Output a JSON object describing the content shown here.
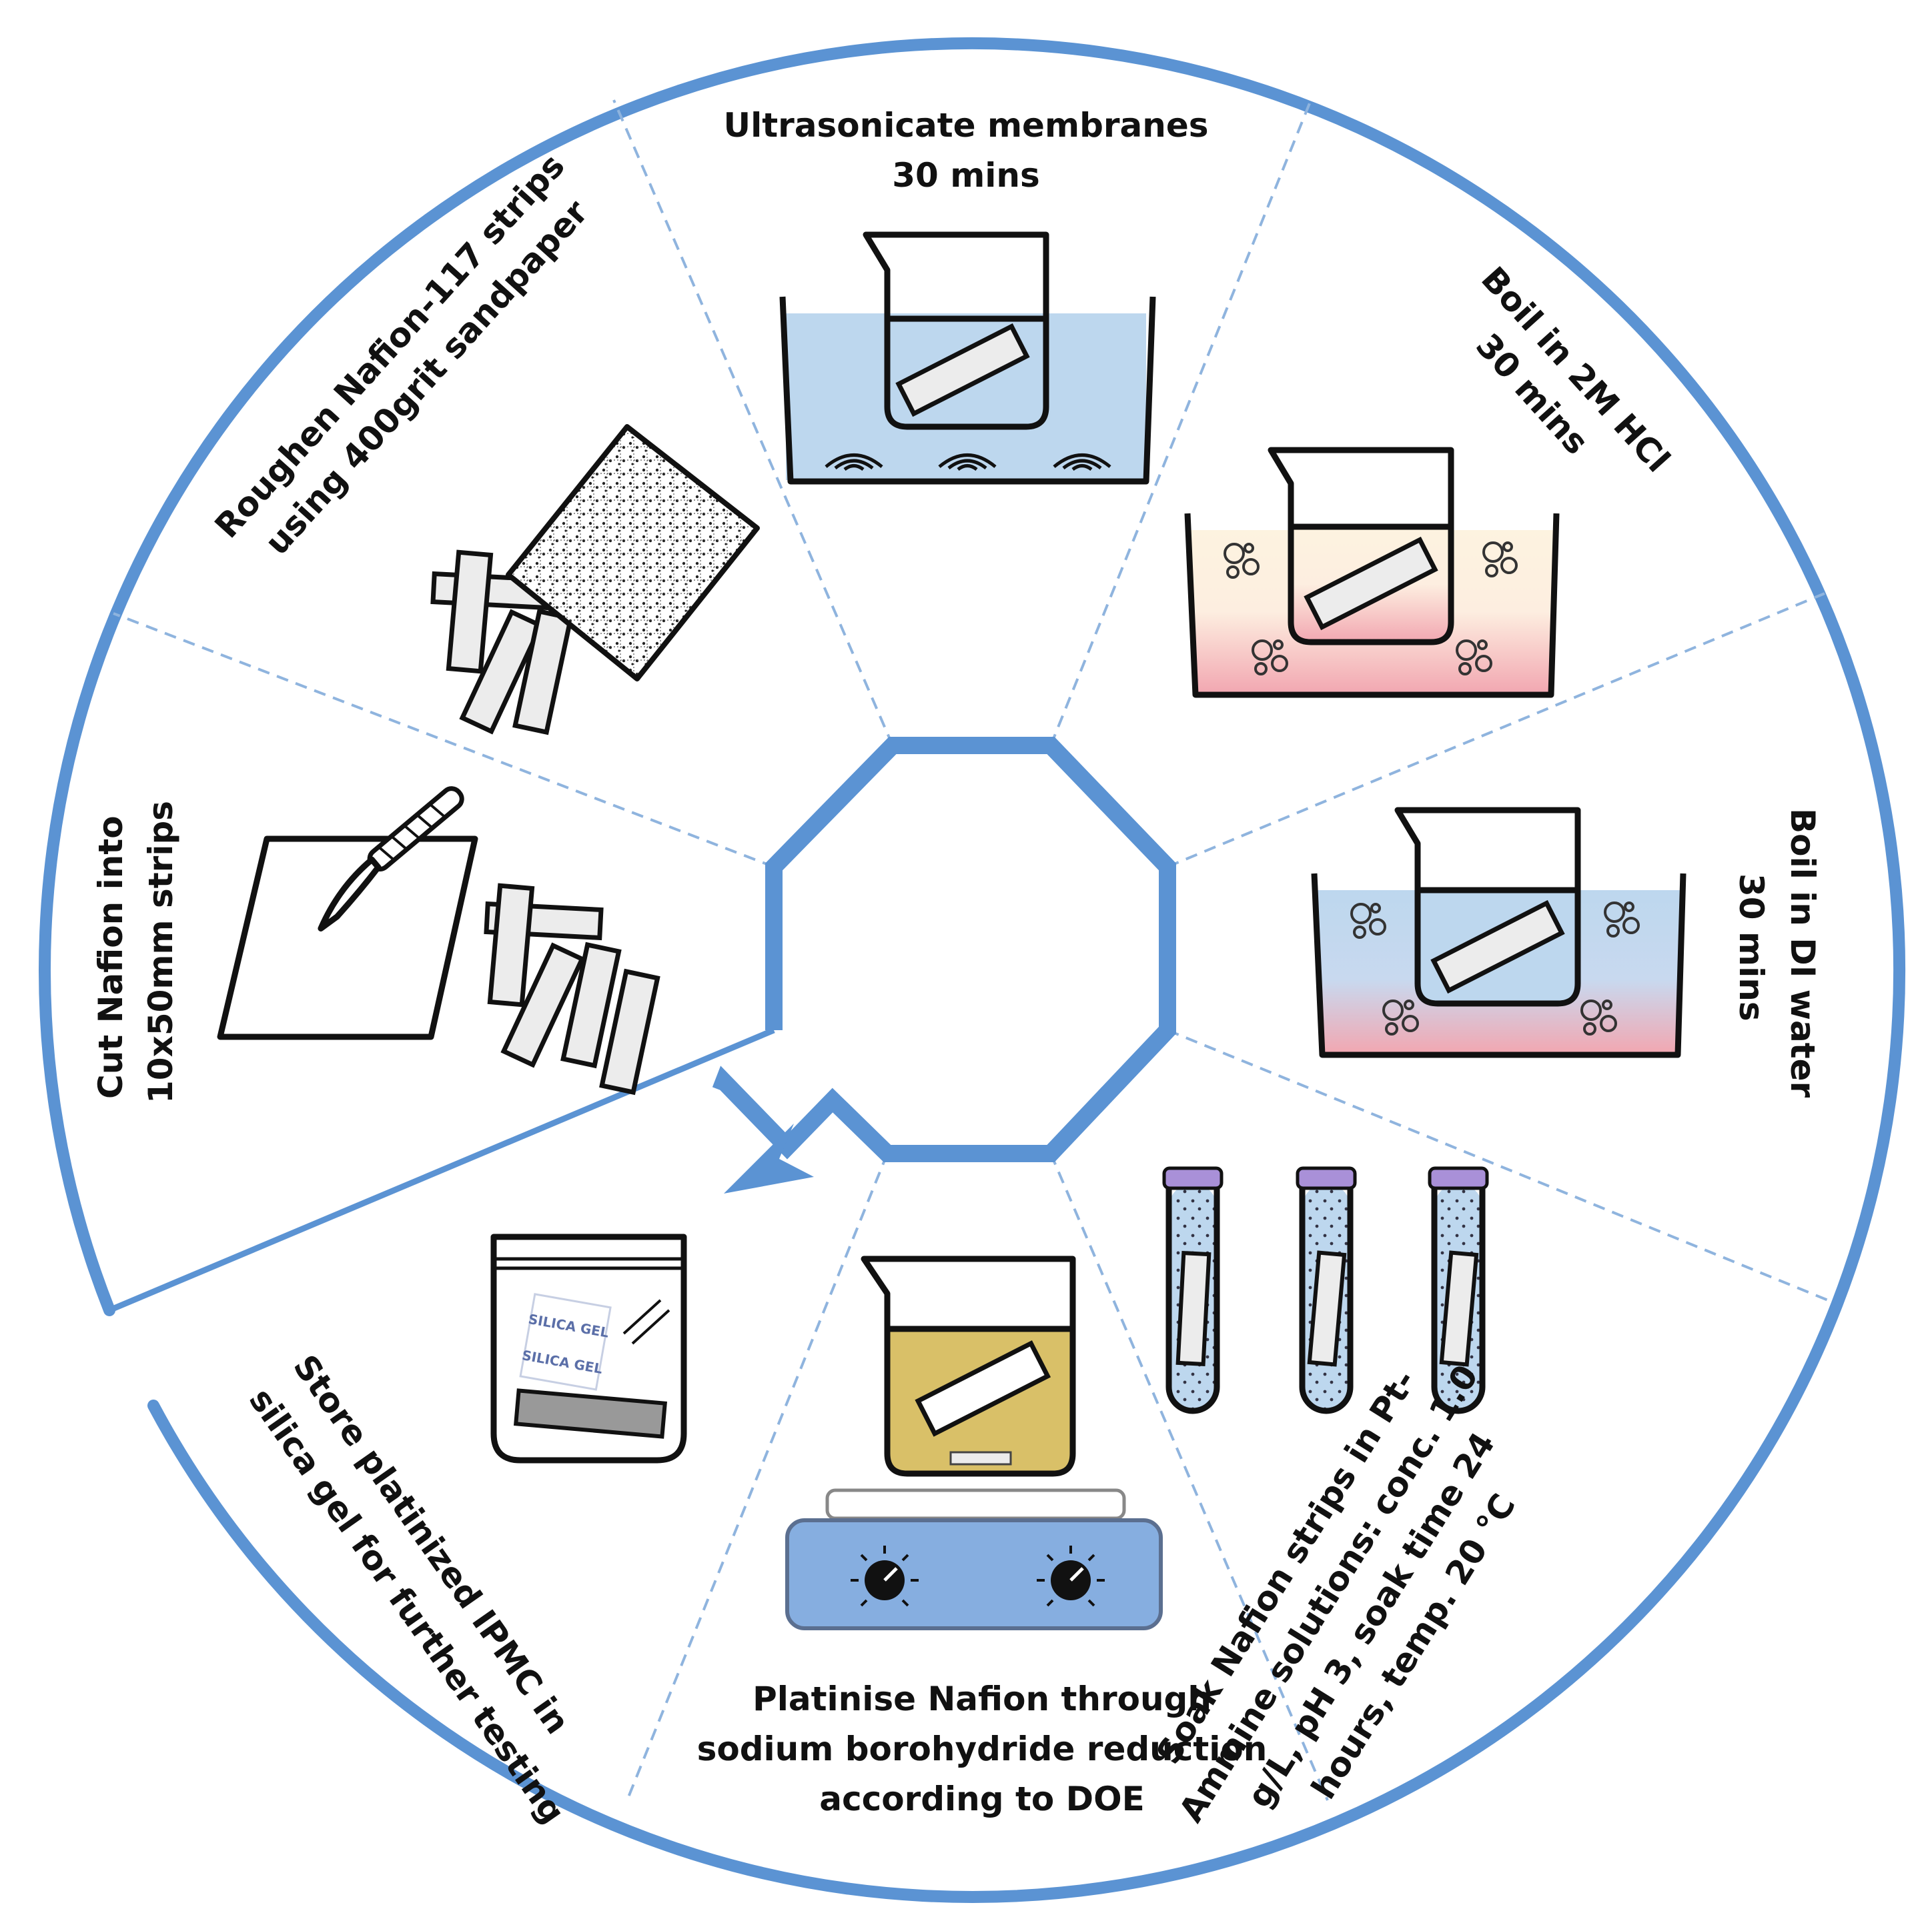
{
  "colors": {
    "ring": "#5b93d3",
    "divider": "#8fb4de",
    "water_blue": "#bdd7ee",
    "hot_pink": "#f2a7b1",
    "acid_cream": "#fdf3e0",
    "gold_solution": "#d9c068",
    "hotplate_blue": "#86aee0",
    "tube_cap": "#a990d8",
    "strip_fill": "#ececec"
  },
  "icons": {
    "sandpaper": "sandpaper-icon",
    "scalpel": "scalpel-icon",
    "beaker": "beaker-icon",
    "test_tube": "test-tube-icon",
    "hotplate": "hotplate-icon",
    "ziplock_bag": "ziplock-bag-icon",
    "cycle_arrow": "cycle-arrow-icon"
  },
  "steps": {
    "ultrasonicate": [
      "Ultrasonicate membranes",
      "30 mins"
    ],
    "boil_hcl": [
      "Boil in 2M HCl",
      "30 mins"
    ],
    "boil_di": [
      "Boil in DI water",
      "30 mins"
    ],
    "soak": [
      "Soak Nafion strips in Pt-",
      "Ammine solutions: conc. 1.0",
      "g/L, pH 3, soak time 24",
      "hours, temp. 20 °C"
    ],
    "platinise": [
      "Platinise Nafion through",
      "sodium borohydride reduction",
      "according to DOE"
    ],
    "store": [
      "Store platinized IPMC in",
      "silica gel for further testing"
    ],
    "cut": [
      "Cut Nafion into",
      "10x50mm strips"
    ],
    "roughen": [
      "Roughen Nafion-117 strips",
      "using 400grit sandpaper"
    ]
  },
  "silica_packet": [
    "SILICA GEL",
    "SILICA GEL"
  ]
}
